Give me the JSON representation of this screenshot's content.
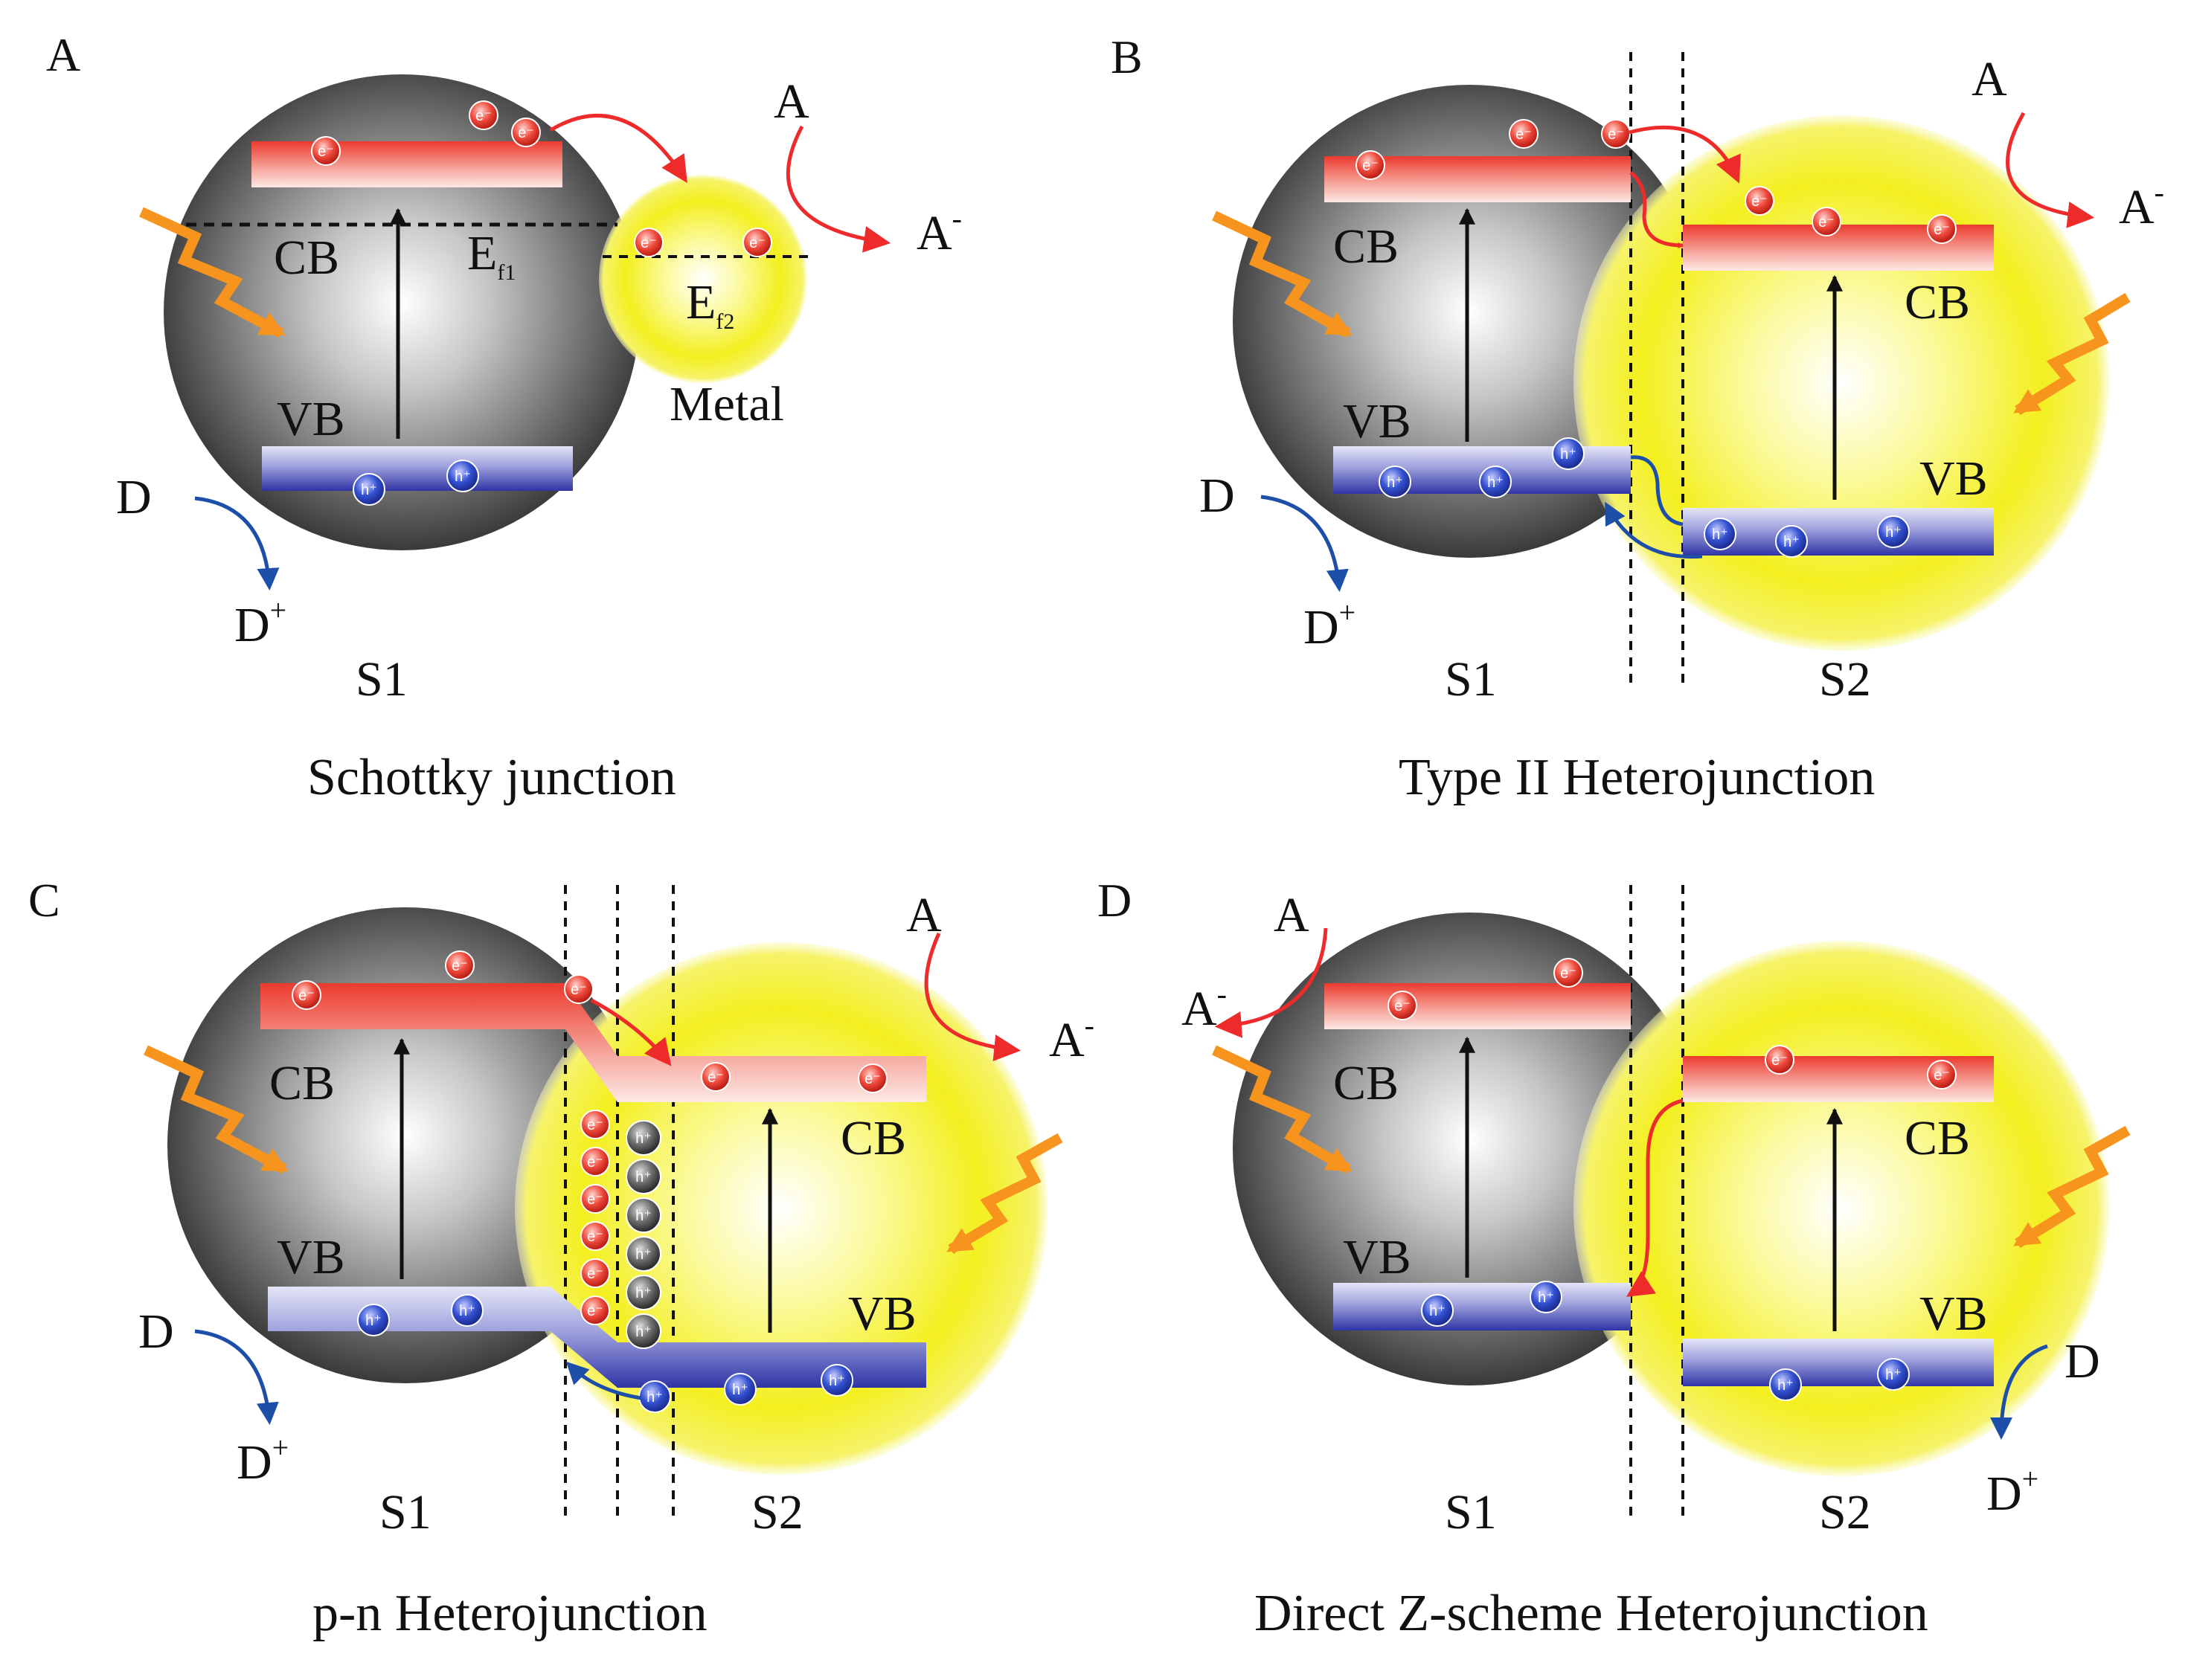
{
  "panels": {
    "a": {
      "letter": "A",
      "caption": "Schottky junction",
      "s1": "S1",
      "cb": "CB",
      "vb": "VB",
      "metal": "Metal",
      "ef1": "E",
      "ef1_sub": "f1",
      "ef2": "E",
      "ef2_sub": "f2",
      "acceptor": "A",
      "acceptor_ion": "A",
      "donor": "D",
      "donor_ion": "D"
    },
    "b": {
      "letter": "B",
      "caption": "Type II  Heterojunction",
      "s1": "S1",
      "s2": "S2",
      "cb1": "CB",
      "vb1": "VB",
      "cb2": "CB",
      "vb2": "VB",
      "acceptor": "A",
      "acceptor_ion": "A",
      "donor": "D",
      "donor_ion": "D"
    },
    "c": {
      "letter": "C",
      "caption": "p-n Heterojunction",
      "s1": "S1",
      "s2": "S2",
      "cb1": "CB",
      "vb1": "VB",
      "cb2": "CB",
      "vb2": "VB",
      "acceptor": "A",
      "acceptor_ion": "A",
      "donor": "D",
      "donor_ion": "D"
    },
    "d": {
      "letter": "D",
      "caption": "Direct Z-scheme  Heterojunction",
      "s1": "S1",
      "s2": "S2",
      "cb1": "CB",
      "vb1": "VB",
      "cb2": "CB",
      "vb2": "VB",
      "acceptor": "A",
      "acceptor_ion": "A",
      "donor": "D",
      "donor_ion": "D"
    }
  },
  "symbols": {
    "electron": "e⁻",
    "hole": "h⁺",
    "minus": "-",
    "plus": "+"
  },
  "colors": {
    "cb_band": "#f04a3c",
    "vb_band": "#3a3fb0",
    "electron": "#e8352a",
    "hole": "#2b44c4",
    "light_arrow": "#f7941d",
    "electron_flow": "#ee2b2b",
    "hole_flow": "#1d4fa8",
    "s1_sphere": "#5a5a5a",
    "s2_sphere": "#f2ee1a"
  }
}
